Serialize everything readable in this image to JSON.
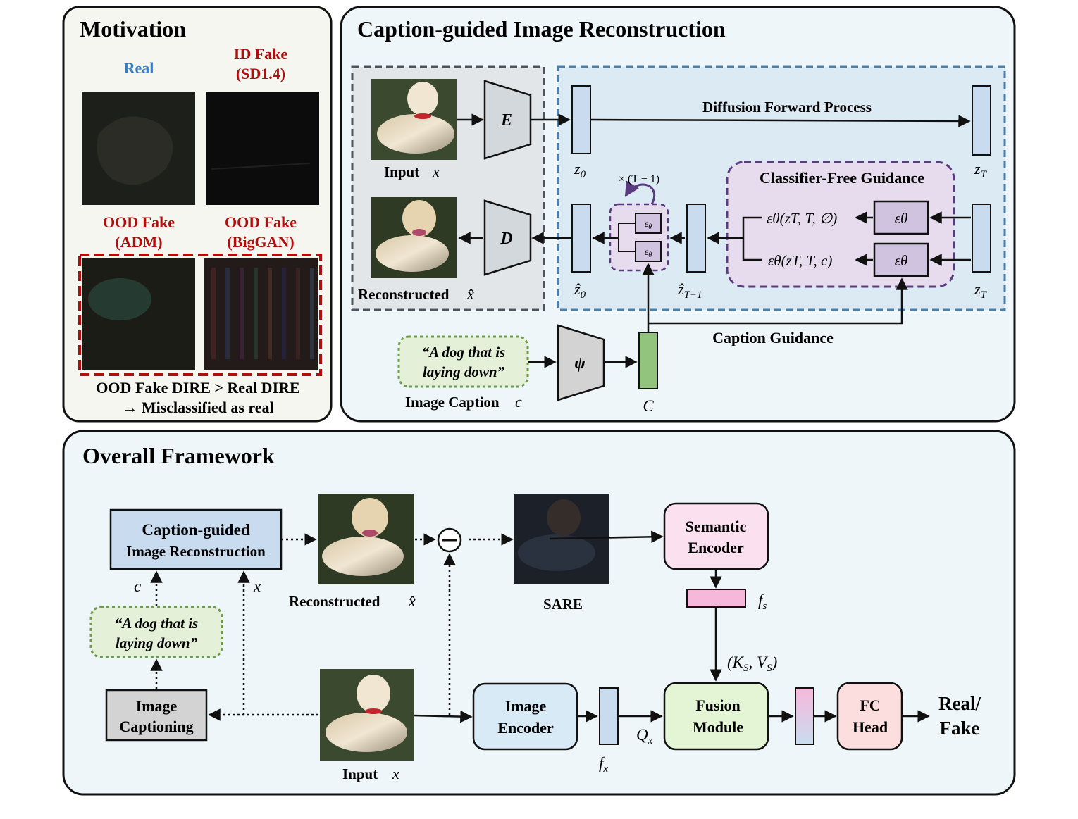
{
  "motivation": {
    "title": "Motivation",
    "real_label": "Real",
    "id_fake_line1": "ID Fake",
    "id_fake_line2": "(SD1.4)",
    "ood_adm_line1": "OOD Fake",
    "ood_adm_line2": "(ADM)",
    "ood_biggan_line1": "OOD Fake",
    "ood_biggan_line2": "(BigGAN)",
    "caption_line1": "OOD Fake DIRE > Real DIRE",
    "caption_line2": "→ Misclassified as real"
  },
  "reconstruction": {
    "title": "Caption-guided Image Reconstruction",
    "input_label": "Input",
    "input_var": "x",
    "encoder": "E",
    "decoder": "D",
    "reconstructed_label": "Reconstructed",
    "reconstructed_var": "x̂",
    "forward_process": "Diffusion Forward Process",
    "z0": "z",
    "z0_sub": "0",
    "zT": "z",
    "zT_sub": "T",
    "z0_hat": "ẑ",
    "z0_hat_sub": "0",
    "zT1_hat": "ẑ",
    "zT1_hat_sub": "T−1",
    "repeat_label": "× (T − 1)",
    "eps_small": "ε",
    "eps_small_sub": "θ",
    "cfg_title": "Classifier-Free Guidance",
    "cfg_uncond": "εθ(zT, T, ∅)",
    "cfg_cond": "εθ(zT, T, c)",
    "eps_box": "εθ",
    "caption_guidance": "Caption Guidance",
    "caption_quote_line1": "“A dog that is",
    "caption_quote_line2": "laying down”",
    "psi": "ψ",
    "image_caption_label": "Image Caption",
    "image_caption_var": "c",
    "C_label": "C"
  },
  "framework": {
    "title": "Overall Framework",
    "cgir_line1": "Caption-guided",
    "cgir_line2": "Image Reconstruction",
    "c_var": "c",
    "x_var": "x",
    "reconstructed_label": "Reconstructed",
    "reconstructed_var": "x̂",
    "minus": "⊖",
    "sare": "SARE",
    "semantic_encoder_line1": "Semantic",
    "semantic_encoder_line2": "Encoder",
    "fs": "f",
    "fs_sub": "s",
    "kv": "(K",
    "kv_sub1": "S",
    "kv_mid": ", V",
    "kv_sub2": "S",
    "kv_end": ")",
    "caption_quote_line1": "“A dog that is",
    "caption_quote_line2": "laying down”",
    "captioning_line1": "Image",
    "captioning_line2": "Captioning",
    "input_label": "Input",
    "input_var": "x",
    "image_encoder_line1": "Image",
    "image_encoder_line2": "Encoder",
    "fx": "f",
    "fx_sub": "x",
    "qx": "Q",
    "qx_sub": "x",
    "fusion_line1": "Fusion",
    "fusion_line2": "Module",
    "fc_line1": "FC",
    "fc_line2": "Head",
    "output_line1": "Real/",
    "output_line2": "Fake"
  },
  "colors": {
    "motivation_bg": "#f6f6f1",
    "panel_bg": "#eef6f9",
    "diffusion_bg": "#dceaf4",
    "latent_fill": "#c9dcef",
    "cfg_bg": "#e6dced",
    "eps_fill": "#cfc3e0",
    "purple": "#5b3b80",
    "caption_box_bg": "#e4f1d8",
    "caption_box_border": "#6f9a47",
    "green_bar": "#93c47d",
    "semantic_pink": "#fbe1f0",
    "fs_pink": "#f6b8da",
    "image_encoder_blue": "#d7eaf5",
    "fusion_green": "#e3f5d5",
    "fc_pink": "#fcdede",
    "gray_box": "#d3d3d3",
    "dark_red": "#b00d0d",
    "real_blue": "#3d7dbf"
  }
}
